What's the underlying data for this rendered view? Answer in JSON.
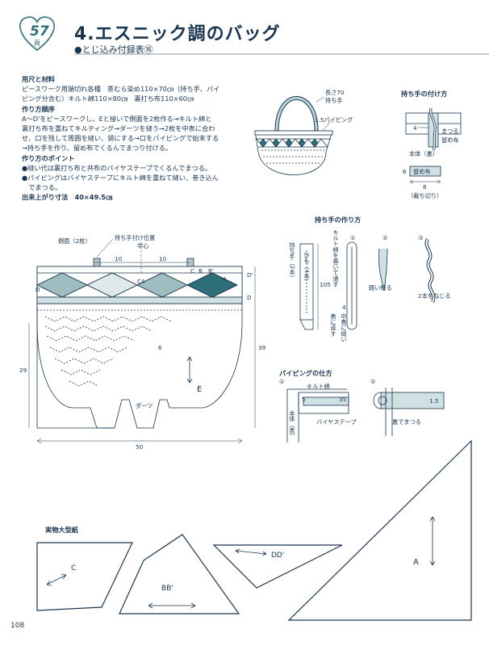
{
  "header": {
    "page_ref_number": "57",
    "page_ref_unit": "頁",
    "title": "4.エスニック調のバッグ",
    "subtitle": "●とじ込み付録表⑯"
  },
  "materials": {
    "heading": "用尺と材料",
    "line1": "ピースワーク用端切れ各種　茶むら染め110×70㎝（持ち手、バイ",
    "line2": "ピング分含む）キルト綿110×80㎝　裏打ち布110×60㎝"
  },
  "procedure": {
    "heading": "作り方順序",
    "lines": [
      "A～D'をピースワークし、Eと接いで側面を2枚作る→キルト綿と",
      "裏打ち布を重ねてキルティング→ダーツを縫う→2枚を中表に合わ",
      "せ、口を残して周囲を縫い、袋にする→口をパイピングで始末する",
      "→持ち手を作り、留め布でくるんでまつり付ける。"
    ]
  },
  "points": {
    "heading": "作り方のポイント",
    "lines": [
      "●縫い代は裏打ち布と共布のバイヤステープでくるんでまつる。",
      "●パイピングはバイヤステープにキルト綿を重ねて縫い、巻き込ん",
      "　でまつる。"
    ]
  },
  "finished_size": "出来上がり寸法　40×49.5㎝",
  "bag_figure": {
    "handle_label_1": "長さ70",
    "handle_label_2": "持ち手",
    "piping_label": "1.5パイピング"
  },
  "handle_attach": {
    "heading": "持ち手の付け方",
    "dim_4": "4",
    "matsuru": "まつる",
    "tomenuno": "留め布",
    "hontai": "本体（裏）",
    "dim_6": "6",
    "tomenuno2": "留め布",
    "dim_8": "8",
    "bias": "（裁ち切り）"
  },
  "handle_make": {
    "heading": "持ち手の作り方",
    "label_handle": "持ち手（2本）",
    "label_himo": "ひも（4本）",
    "dim_105": "105",
    "dim_4": "4",
    "label_quilt": "キルト綿を巻いて通す",
    "label_inside": "表に返す",
    "label_sew": "中表に縫い",
    "step1": "①",
    "step2": "②",
    "step3": "③",
    "step2_text": "軽い絞る",
    "step3_text": "2本をねじる"
  },
  "side_panel": {
    "label": "側面（2枚）",
    "handle_pos": "持ち手付け位置",
    "center": "中心",
    "dim_10a": "10",
    "dim_10b": "10",
    "label_D": "D",
    "label_Dp": "D'",
    "label_C": "C",
    "label_B": "B",
    "label_Bp": "B'",
    "label_A": "A",
    "label_D2": "D",
    "label_C4": "C4",
    "dim_6": "6",
    "dim_39": "39",
    "dim_29": "29",
    "label_E": "E",
    "dart": "ダーツ",
    "dim_50": "50"
  },
  "piping": {
    "heading": "パイピングの仕方",
    "step1": "①",
    "step2": "②",
    "quilt": "キルト綿",
    "dim_5": "5",
    "dim_35": "35",
    "hontai": "本体（表）",
    "bias_tape": "バイヤステープ",
    "dim_15": "1.5",
    "matsuru": "裏でまつる"
  },
  "pattern": {
    "heading": "実物大型紙",
    "C": "C",
    "BB": "BB'",
    "DD": "DD'",
    "A": "A"
  },
  "page_number": "108"
}
